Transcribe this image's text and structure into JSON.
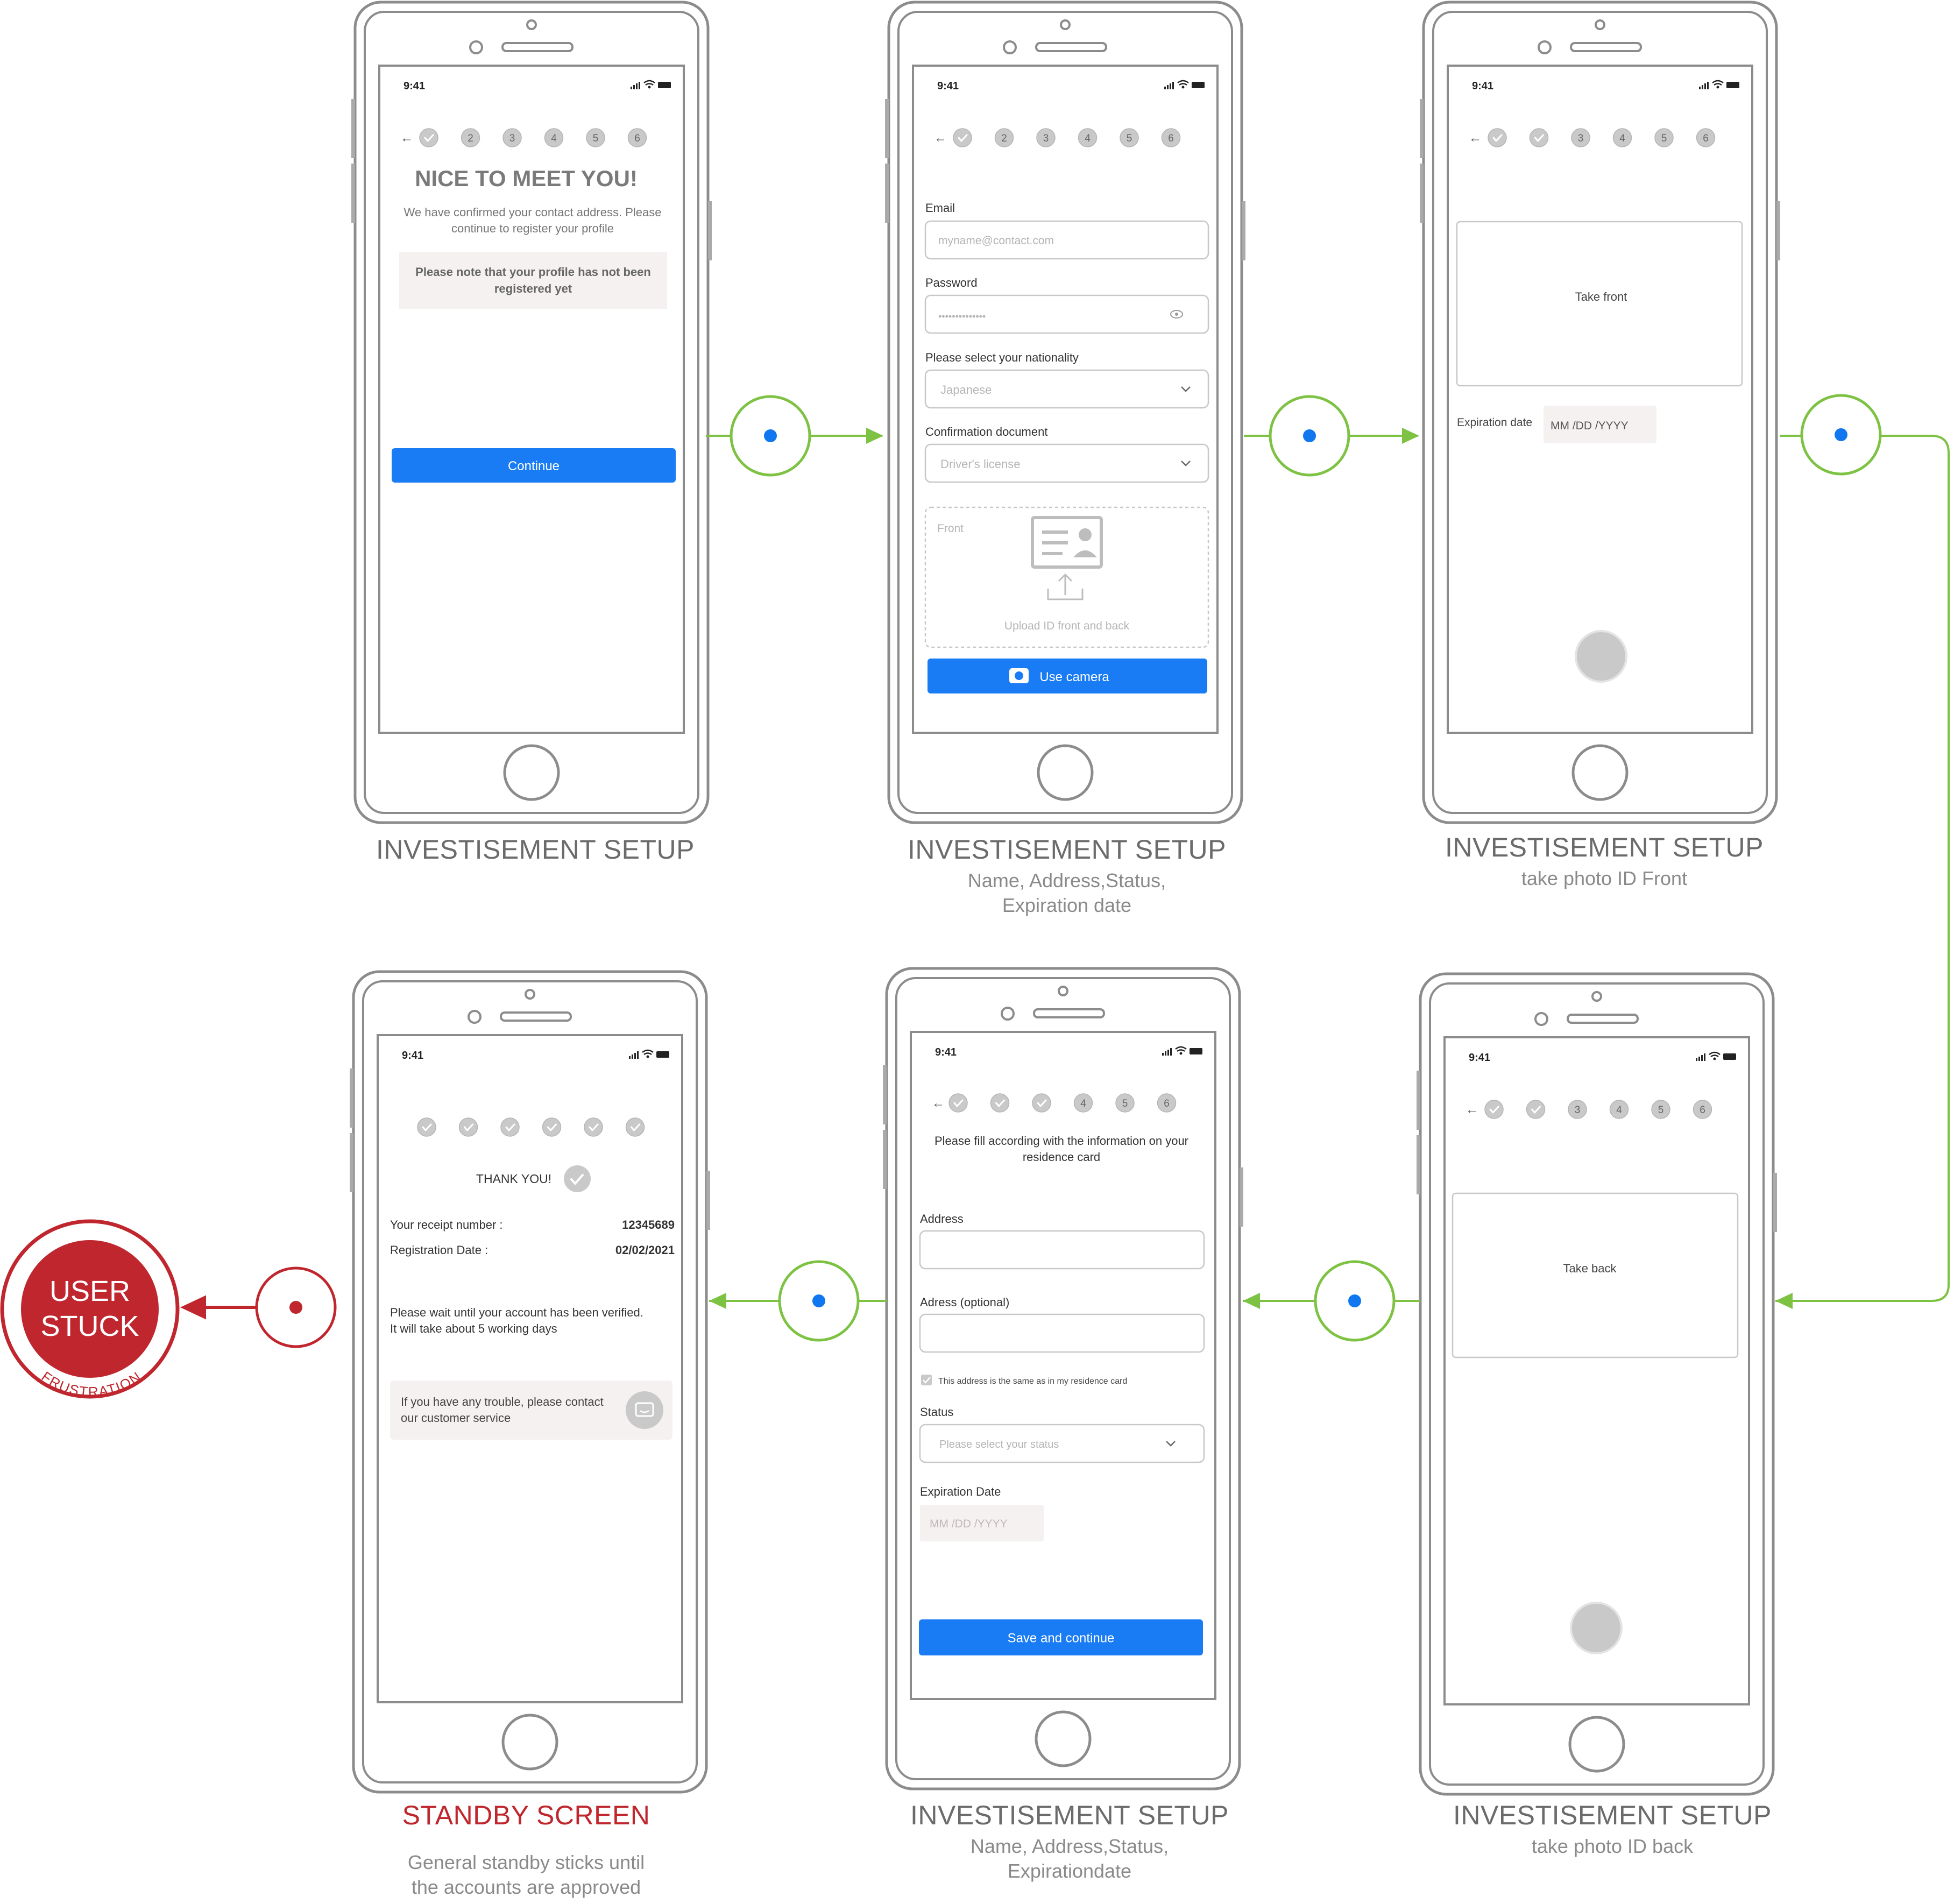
{
  "colors": {
    "flow": "#7dc242",
    "flow_dot": "#1077f0",
    "accent": "#1a7cf5",
    "danger": "#c0262d",
    "frame": "#8c8c8c",
    "note_bg": "#f6f1f1"
  },
  "screens": [
    {
      "status_time": "9:41",
      "back_label": "←",
      "steps": [
        "✓",
        "2",
        "3",
        "4",
        "5",
        "6"
      ],
      "title": "NICE TO MEET YOU!",
      "body": [
        "We have confirmed your contact address. Please",
        "continue to register your profile"
      ],
      "note": [
        "Please note that your profile has not been",
        "registered yet"
      ],
      "button": "Continue",
      "caption_title": "INVESTISEMENT SETUP",
      "caption_sub": []
    },
    {
      "status_time": "9:41",
      "back_label": "←",
      "steps": [
        "✓",
        "2",
        "3",
        "4",
        "5",
        "6"
      ],
      "email_label": "Email",
      "email_placeholder": "myname@contact.com",
      "password_label": "Password",
      "password_value": "••••••••••••••",
      "nationality_label": "Please select your nationality",
      "nationality_value": "Japanese",
      "document_label": "Confirmation document",
      "document_value": "Driver's license",
      "upload_side": "Front",
      "upload_hint": "Upload ID front and back",
      "button": "Use camera",
      "caption_title": "INVESTISEMENT SETUP",
      "caption_sub": [
        "Name, Address,Status,",
        "Expiration date"
      ]
    },
    {
      "status_time": "9:41",
      "back_label": "←",
      "steps": [
        "✓",
        "✓",
        "3",
        "4",
        "5",
        "6"
      ],
      "frame_label": "Take front",
      "expiration_label": "Expiration date",
      "expiration_placeholder": "MM /DD /YYYY",
      "caption_title": "INVESTISEMENT SETUP",
      "caption_sub": [
        "take photo ID Front"
      ]
    },
    {
      "status_time": "9:41",
      "back_label": "←",
      "steps": [
        "✓",
        "✓",
        "3",
        "4",
        "5",
        "6"
      ],
      "frame_label": "Take back",
      "caption_title": "INVESTISEMENT SETUP",
      "caption_sub": [
        "take photo ID back"
      ]
    },
    {
      "status_time": "9:41",
      "back_label": "←",
      "steps": [
        "✓",
        "✓",
        "✓",
        "4",
        "5",
        "6"
      ],
      "intro": [
        "Please fill according with the information on your",
        "residence card"
      ],
      "address_label": "Address",
      "address2_label": "Adress (optional)",
      "checkbox_label": "This address is the same as in my residence card",
      "status_label": "Status",
      "status_placeholder": "Please select your status",
      "expiration_label": "Expiration Date",
      "expiration_placeholder": "MM /DD /YYYY",
      "button": "Save and continue",
      "caption_title": "INVESTISEMENT SETUP",
      "caption_sub": [
        "Name, Address,Status,",
        "Expirationdate"
      ]
    },
    {
      "status_time": "9:41",
      "steps": [
        "✓",
        "✓",
        "✓",
        "✓",
        "✓",
        "✓"
      ],
      "thank_you": "THANK YOU!",
      "receipt_label": "Your receipt number :",
      "receipt_value": "12345689",
      "date_label": "Registration Date :",
      "date_value": "02/02/2021",
      "wait": [
        "Please wait until your account has been verified.",
        "It will take about 5 working days"
      ],
      "help": [
        "If you have any trouble, please contact",
        "our customer service"
      ],
      "caption_title": "STANDBY SCREEN",
      "caption_sub": [
        "General standby  sticks until",
        "the accounts are approved"
      ]
    }
  ],
  "badge": {
    "lines": [
      "USER",
      "STUCK"
    ],
    "arc_text": "FRUSTRATION"
  }
}
